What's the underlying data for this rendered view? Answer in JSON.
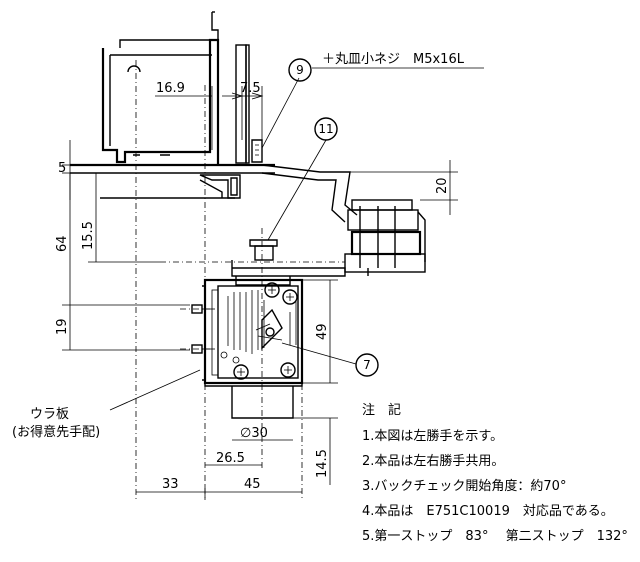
{
  "callouts": {
    "screw_label": "＋丸皿小ネジ　M5x16L",
    "part_9": "9",
    "part_11": "11",
    "part_7": "7",
    "back_plate": "ウラ板",
    "back_plate_sub": "(お得意先手配)"
  },
  "dimensions": {
    "d_16_9": "16.9",
    "d_7_5": "7.5",
    "d_5": "5",
    "d_20": "20",
    "d_15_5": "15.5",
    "d_64": "64",
    "d_19": "19",
    "d_49": "49",
    "d_phi30": "∅30",
    "d_26_5": "26.5",
    "d_14_5": "14.5",
    "d_33": "33",
    "d_45": "45"
  },
  "notes": {
    "title": "注　記",
    "items": [
      "1.本図は左勝手を示す。",
      "2.本品は左右勝手共用。",
      "3.バックチェック開始角度：約70°",
      "4.本品は　E751C10019　対応品である。",
      "5.第一ストップ　83°　 第二ストップ　132°"
    ]
  }
}
